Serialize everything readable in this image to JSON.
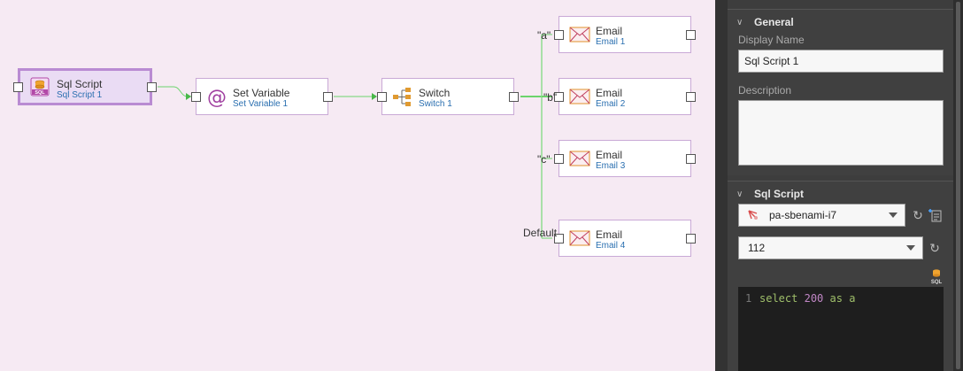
{
  "workflow": {
    "nodes": [
      {
        "id": "sql",
        "title": "Sql Script",
        "subtitle": "Sql Script 1",
        "icon": "sql-script-icon",
        "selected": true
      },
      {
        "id": "setvar",
        "title": "Set Variable",
        "subtitle": "Set Variable 1",
        "icon": "at-sign-icon"
      },
      {
        "id": "switch",
        "title": "Switch",
        "subtitle": "Switch 1",
        "icon": "switch-branch-icon"
      },
      {
        "id": "email1",
        "title": "Email",
        "subtitle": "Email 1",
        "icon": "envelope-icon"
      },
      {
        "id": "email2",
        "title": "Email",
        "subtitle": "Email 2",
        "icon": "envelope-icon"
      },
      {
        "id": "email3",
        "title": "Email",
        "subtitle": "Email 3",
        "icon": "envelope-icon"
      },
      {
        "id": "email4",
        "title": "Email",
        "subtitle": "Email 4",
        "icon": "envelope-icon"
      }
    ],
    "case_labels": {
      "a": "\"a\"",
      "b": "\"b\"",
      "c": "\"c\"",
      "default": "Default"
    },
    "colors": {
      "canvas": "#f6eaf3",
      "wire": "#6cd46c",
      "node_border": "#c9a9d6",
      "subtitle": "#2a6fb0"
    }
  },
  "properties": {
    "general": {
      "header": "General",
      "display_name_label": "Display Name",
      "display_name_value": "Sql Script 1",
      "description_label": "Description",
      "description_value": ""
    },
    "sql_script": {
      "header": "Sql Script",
      "connection": "pa-sbenami-i7",
      "timeout": "112",
      "code_line_number": "1",
      "code_keyword1": "select",
      "code_number": "200",
      "code_keyword2": "as",
      "code_alias": "a"
    }
  }
}
